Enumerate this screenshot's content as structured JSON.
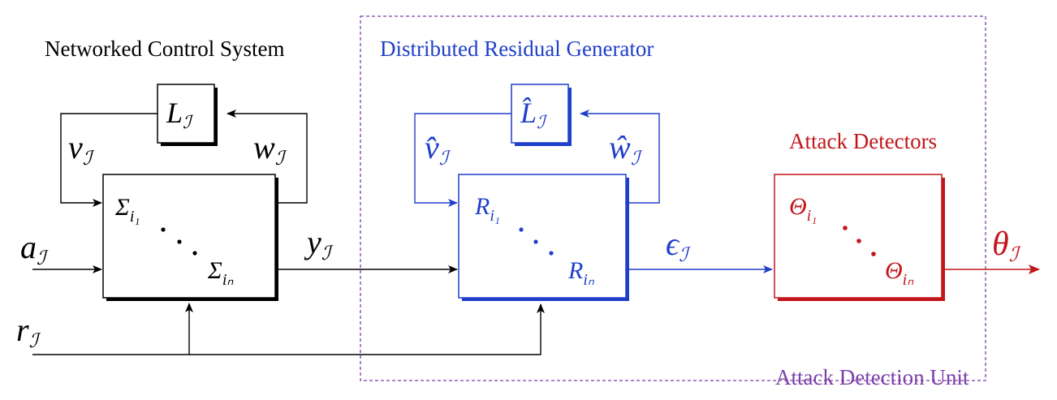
{
  "titles": {
    "ncs": "Networked Control System",
    "drg": "Distributed Residual Generator",
    "detectors": "Attack Detectors",
    "adu": "Attack Detection Unit"
  },
  "signals": {
    "v": {
      "base": "v",
      "sub": "ℐ"
    },
    "w": {
      "base": "w",
      "sub": "ℐ"
    },
    "a": {
      "base": "a",
      "sub": "ℐ"
    },
    "y": {
      "base": "y",
      "sub": "ℐ"
    },
    "r": {
      "base": "r",
      "sub": "ℐ"
    },
    "vhat": {
      "base": "v̂",
      "sub": "ℐ"
    },
    "what": {
      "base": "ŵ",
      "sub": "ℐ"
    },
    "eps": {
      "base": "ϵ",
      "sub": "ℐ"
    },
    "theta": {
      "base": "θ",
      "sub": "ℐ"
    }
  },
  "blocks": {
    "L": {
      "base": "L",
      "sub": "ℐ"
    },
    "Lhat": {
      "base": "L̂",
      "sub": "ℐ"
    },
    "sigma_first": {
      "base": "Σ",
      "sub": "i₁"
    },
    "sigma_last": {
      "base": "Σ",
      "sub": "iₙ"
    },
    "R_first": {
      "base": "R",
      "sub": "i₁"
    },
    "R_last": {
      "base": "R",
      "sub": "iₙ"
    },
    "theta_first": {
      "base": "Θ",
      "sub": "i₁"
    },
    "theta_last": {
      "base": "Θ",
      "sub": "iₙ"
    }
  },
  "colors": {
    "ncs": "#000000",
    "drg": "#1f3fc9",
    "detectors": "#c0161c",
    "adu": "#7a3fa8"
  }
}
